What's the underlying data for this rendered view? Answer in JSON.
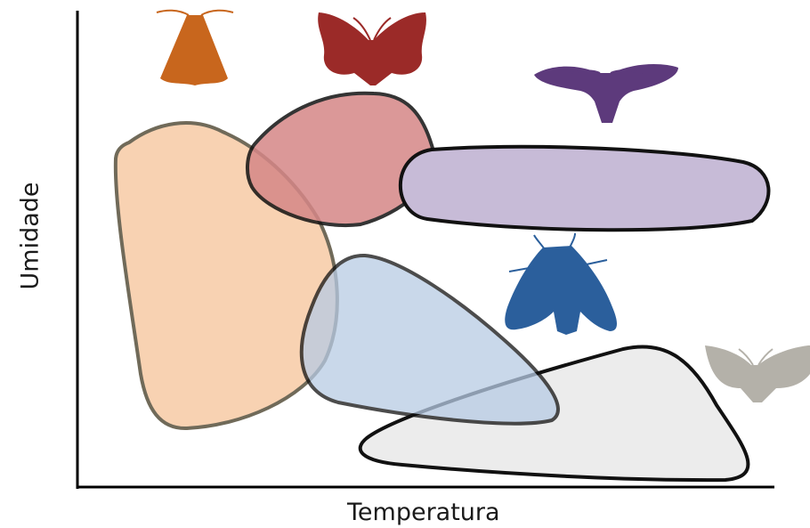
{
  "axes": {
    "x_label": "Temperatura",
    "y_label": "Umidade"
  },
  "niches": [
    {
      "id": "orange",
      "fill": "#f7c7a0",
      "stroke": "#4d4530",
      "moth_color": "#c8661d",
      "moth": "orange-moth-icon"
    },
    {
      "id": "red",
      "fill": "#d58787",
      "stroke": "#111111",
      "moth_color": "#9b2a28",
      "moth": "red-moth-icon"
    },
    {
      "id": "purple",
      "fill": "#c7bbd7",
      "stroke": "#111111",
      "moth_color": "#5d3a7c",
      "moth": "purple-hawkmoth-icon"
    },
    {
      "id": "blue",
      "fill": "#b7cbe4",
      "stroke": "#111111",
      "moth_color": "#2b5f9c",
      "moth": "blue-hawkmoth-icon"
    },
    {
      "id": "gray",
      "fill": "#ececec",
      "stroke": "#111111",
      "moth_color": "#b4b1a9",
      "moth": "gray-moth-icon"
    }
  ]
}
